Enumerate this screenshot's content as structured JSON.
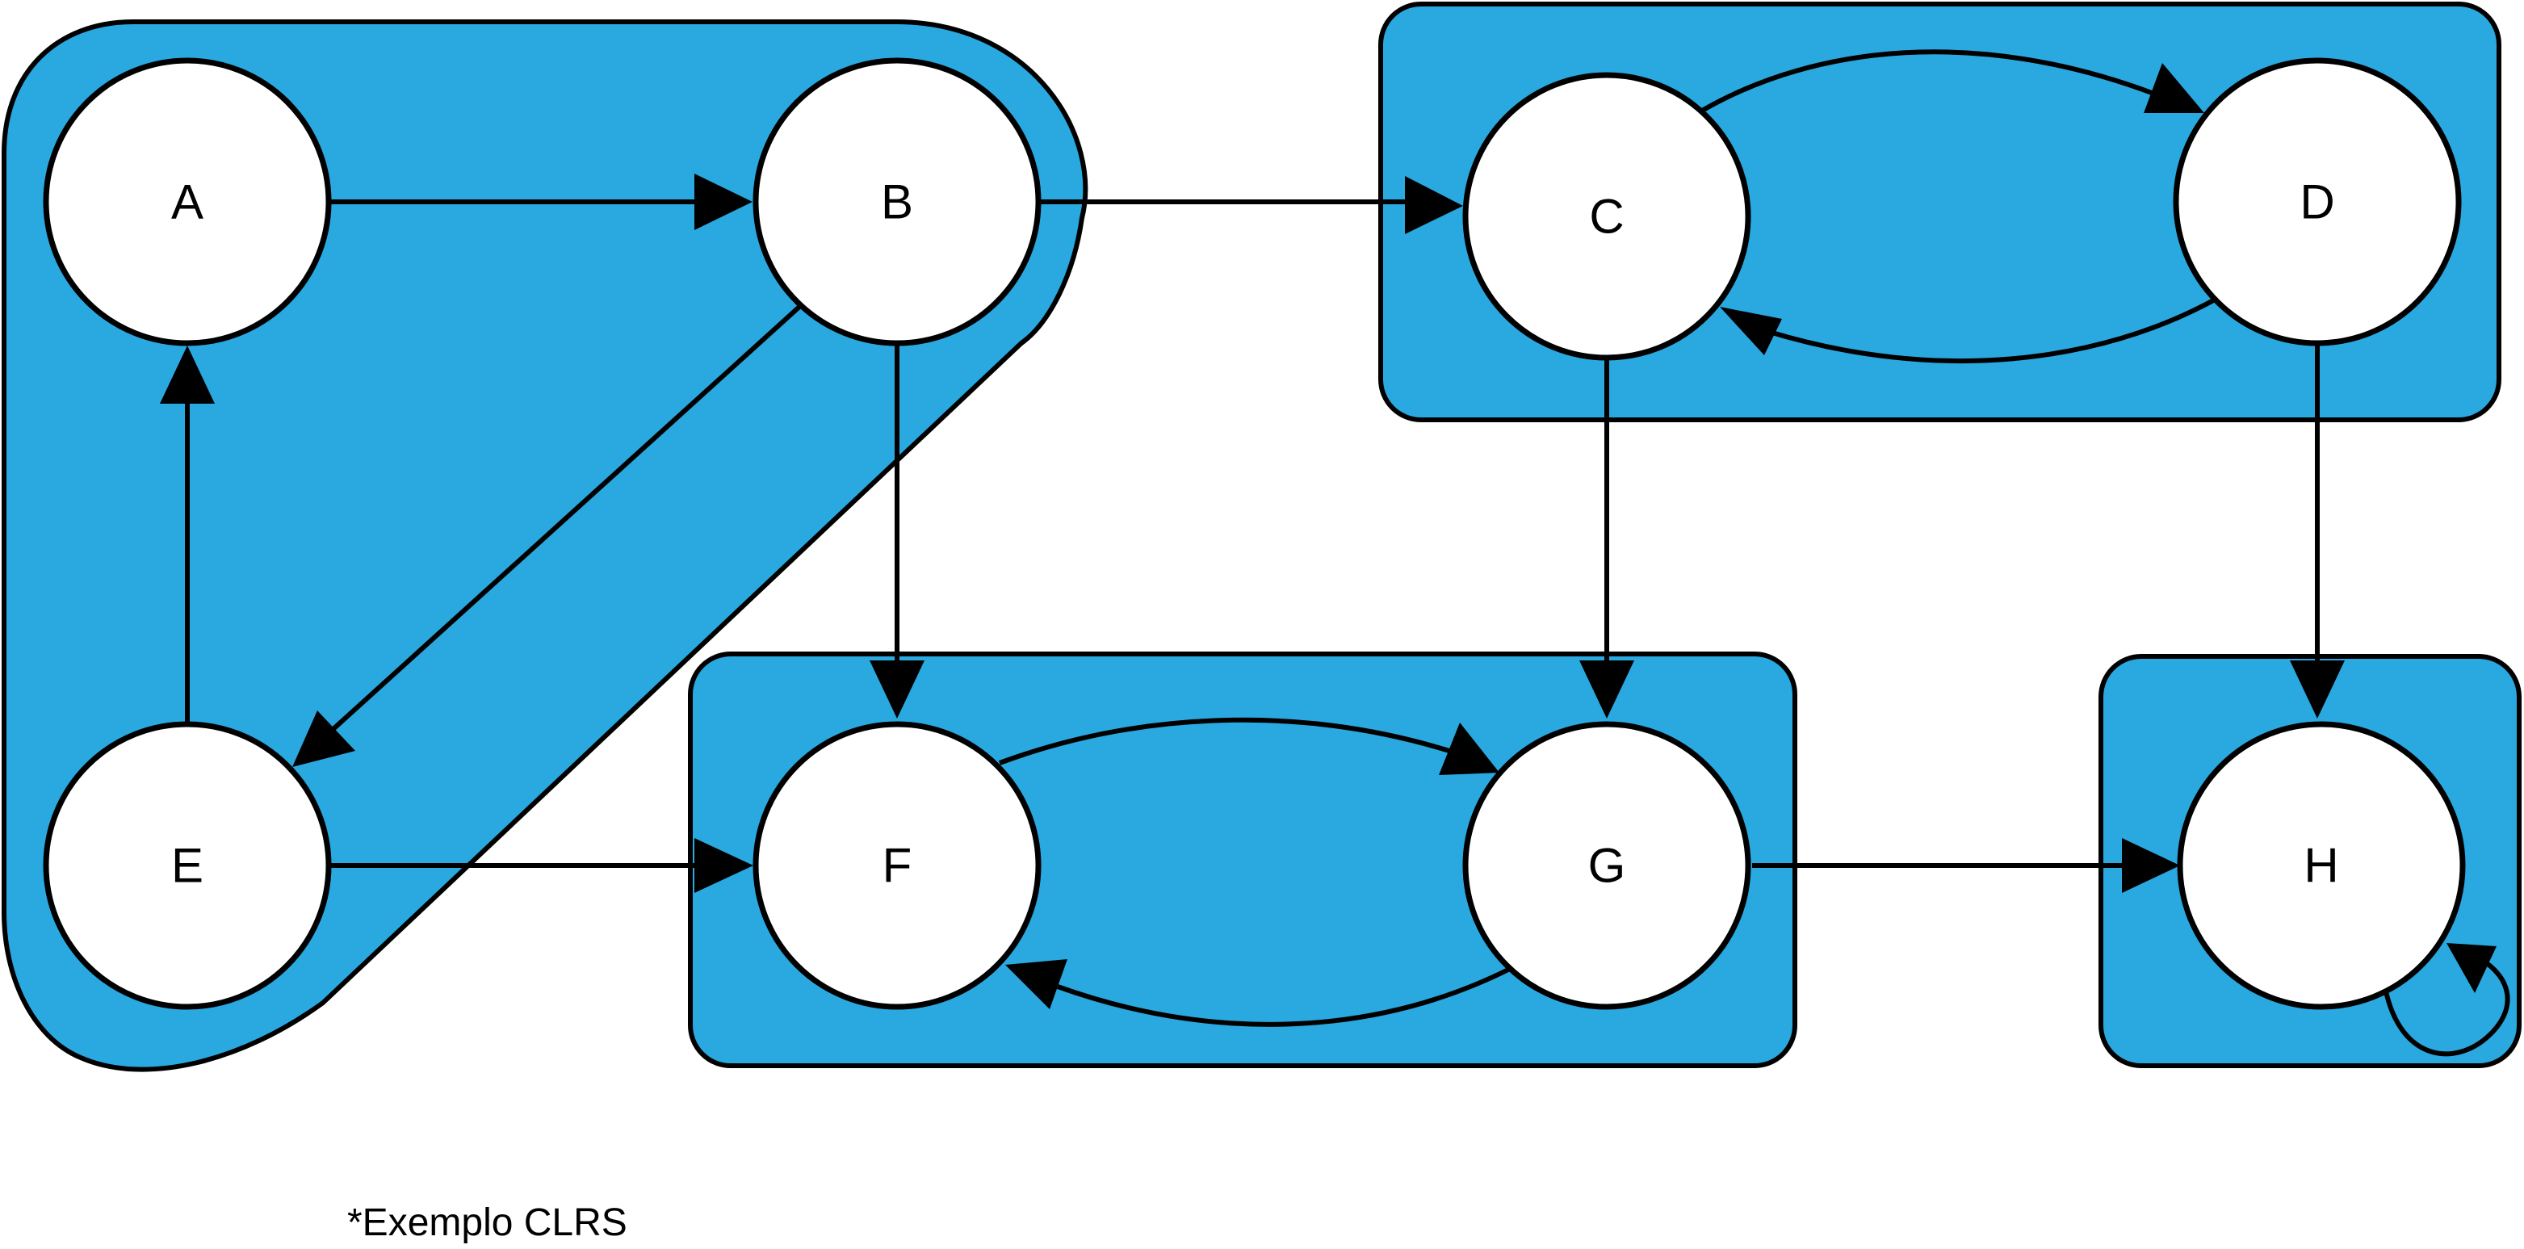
{
  "nodes": {
    "A": "A",
    "B": "B",
    "C": "C",
    "D": "D",
    "E": "E",
    "F": "F",
    "G": "G",
    "H": "H"
  },
  "footnote": "*Exemplo CLRS",
  "colors": {
    "region_fill": "#2aa8e0",
    "node_fill": "#ffffff",
    "stroke": "#000000"
  }
}
